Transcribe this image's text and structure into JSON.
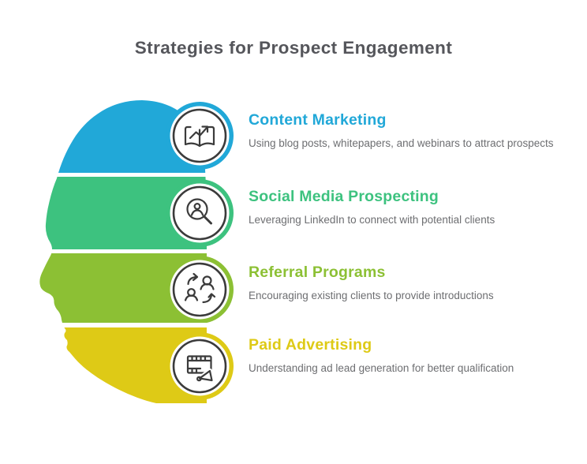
{
  "title": "Strategies for Prospect Engagement",
  "sections": [
    {
      "heading": "Content Marketing",
      "description": "Using blog posts, whitepapers, and webinars to attract prospects",
      "color": "#21A8D8",
      "icon": "book-trend-icon"
    },
    {
      "heading": "Social Media Prospecting",
      "description": "Leveraging LinkedIn to connect with potential clients",
      "color": "#3DC27F",
      "icon": "search-person-icon"
    },
    {
      "heading": "Referral Programs",
      "description": "Encouraging existing clients to provide introductions",
      "color": "#8CC034",
      "icon": "people-exchange-icon"
    },
    {
      "heading": "Paid Advertising",
      "description": "Understanding ad lead generation for better qualification",
      "color": "#DECA16",
      "icon": "billboard-megaphone-icon"
    }
  ],
  "colors": {
    "title": "#55565B",
    "description": "#6D6E71",
    "icon": "#3B3B3B",
    "background": "#FFFFFF"
  }
}
